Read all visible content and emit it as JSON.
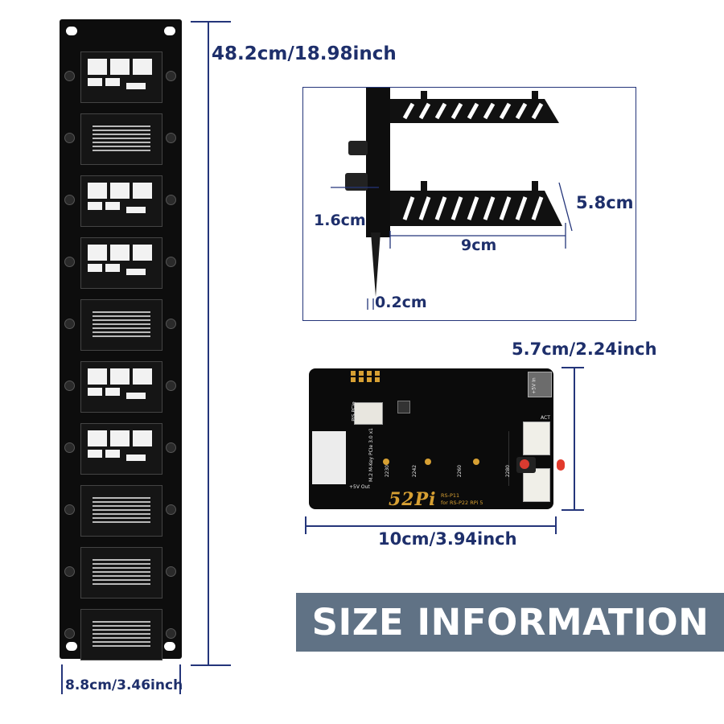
{
  "rack": {
    "height_label": "48.2cm/18.98inch",
    "width_label": "8.8cm/3.46inch"
  },
  "side_view": {
    "thickness_label": "1.6cm",
    "depth_label": "9cm",
    "height_label": "5.8cm",
    "plate_label": "0.2cm"
  },
  "board": {
    "height_label": "5.7cm/2.24inch",
    "width_label": "10cm/3.94inch",
    "silk_connector": "M.2 M-Key\nPCIe 3.0 x1",
    "silk_pcie": "PIS PCIe",
    "silk_5v_out": "+5V Out",
    "silk_5v_in": "+5V In",
    "silk_act": "ACT",
    "silk_2230": "2230",
    "silk_2242": "2242",
    "silk_2260": "2260",
    "silk_2280": "2280",
    "logo": "52Pi",
    "model": "RS-P11",
    "model_sub": "for RS-P22 RPi 5"
  },
  "banner": {
    "title": "SIZE INFORMATION"
  },
  "colors": {
    "dimension": "#1e2f6b",
    "banner_bg": "#607285",
    "logo": "#d7a033"
  }
}
